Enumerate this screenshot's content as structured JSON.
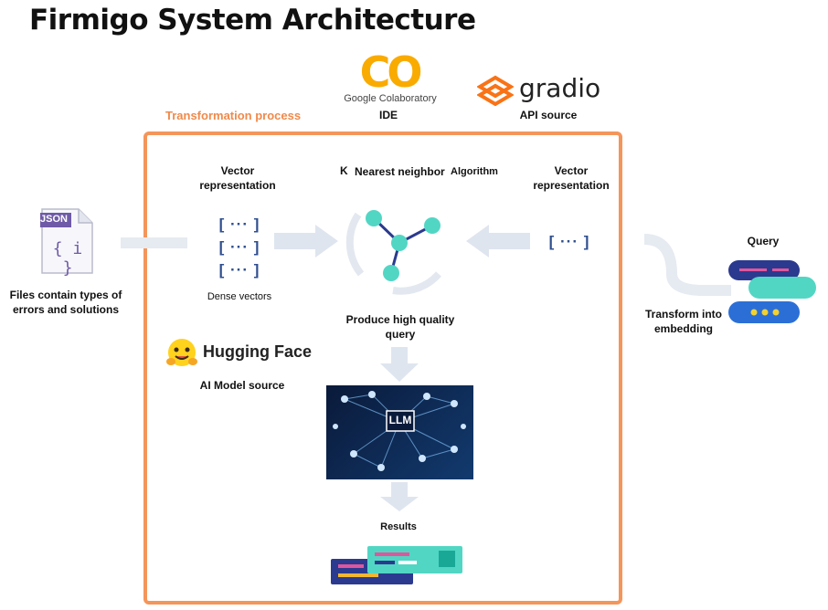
{
  "title": "Firmigo System Architecture",
  "transformation_label": "Transformation process",
  "colab": {
    "logo_text": "CO",
    "name": "Google Colaboratory",
    "role": "IDE"
  },
  "gradio": {
    "name": "gradio",
    "role": "API source"
  },
  "json_file": {
    "badge": "JSON",
    "glyph": "{ i }",
    "caption": "Files contain types of errors and solutions"
  },
  "vector_left": {
    "heading": "Vector representation",
    "rows": [
      "[ ··· ]",
      "[ ··· ]",
      "[ ··· ]"
    ],
    "caption": "Dense vectors"
  },
  "knn": {
    "k": "K",
    "heading": "Nearest neighbor",
    "heading2": "Algorithm"
  },
  "vector_right": {
    "heading": "Vector representation",
    "row": "[ ··· ]"
  },
  "produce": "Produce high quality query",
  "hugging": {
    "name": "Hugging Face",
    "role": "AI Model source"
  },
  "llm": {
    "label": "LLM"
  },
  "results": "Results",
  "query": {
    "heading": "Query",
    "transform": "Transform into embedding"
  },
  "colors": {
    "frame": "#f4955a",
    "navy": "#2b3a8f",
    "teal": "#52d6c4",
    "pink": "#e0569c",
    "arrow": "#dfe5ef"
  }
}
